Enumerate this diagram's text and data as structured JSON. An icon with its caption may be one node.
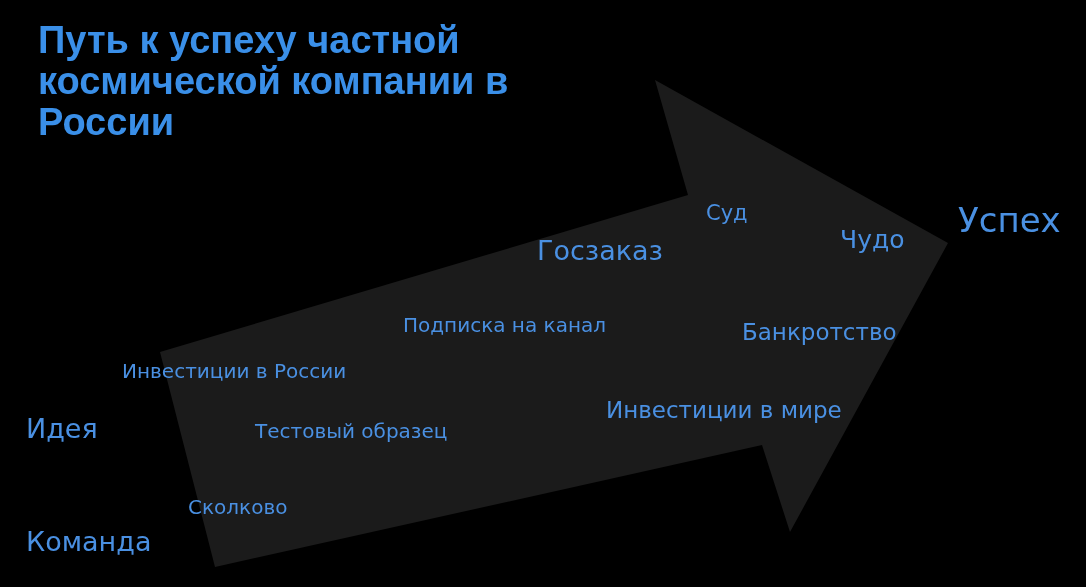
{
  "diagram": {
    "title": "Путь к успеху частной космической компании в России",
    "labels": [
      "Суд",
      "Успех",
      "Госзаказ",
      "Чудо",
      "Подписка на канал",
      "Банкротство",
      "Инвестиции в России",
      "Инвестиции в мире",
      "Идея",
      "Тестовый образец",
      "Сколково",
      "Команда"
    ]
  }
}
